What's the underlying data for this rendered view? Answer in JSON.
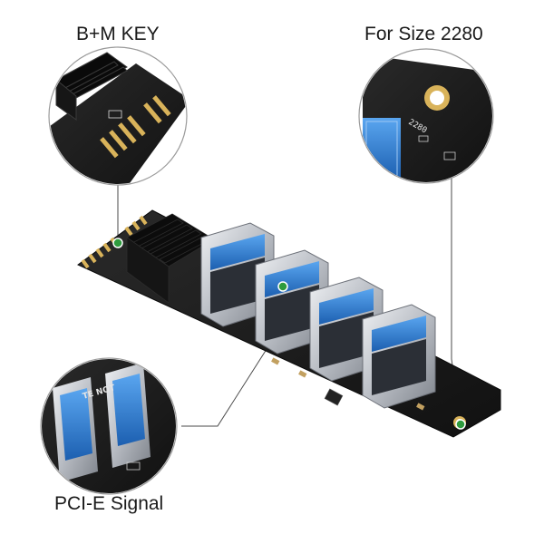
{
  "labels": {
    "bm_key": "B+M KEY",
    "size": "For Size 2280",
    "pcie": "PCI-E Signal"
  },
  "pcb_markings": {
    "size_code": "2280",
    "port_label": "TE NOT"
  },
  "colors": {
    "background": "#ffffff",
    "pcb": "#1b1b1b",
    "gold_fingers": "#d9b35a",
    "usb_blue": "#2f7fd6",
    "usb_metal": "#c9ccd1",
    "callout_green": "#2e9b3e",
    "callout_line": "#3a3a3a"
  }
}
